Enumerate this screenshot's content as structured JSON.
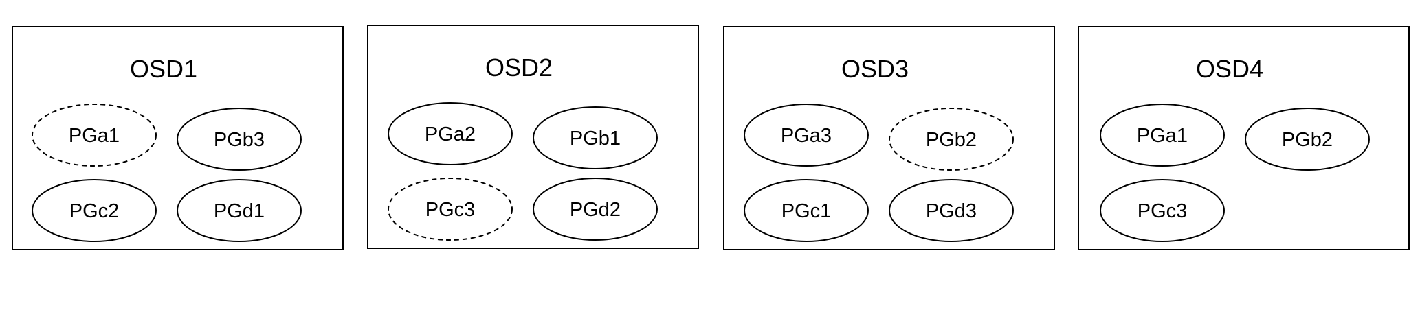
{
  "osds": [
    {
      "title": "OSD1",
      "pgs": [
        {
          "label": "PGa1",
          "style": "dashed"
        },
        {
          "label": "PGb3",
          "style": "solid"
        },
        {
          "label": "PGc2",
          "style": "solid"
        },
        {
          "label": "PGd1",
          "style": "solid"
        }
      ]
    },
    {
      "title": "OSD2",
      "pgs": [
        {
          "label": "PGa2",
          "style": "solid"
        },
        {
          "label": "PGb1",
          "style": "solid"
        },
        {
          "label": "PGc3",
          "style": "dashed"
        },
        {
          "label": "PGd2",
          "style": "solid"
        }
      ]
    },
    {
      "title": "OSD3",
      "pgs": [
        {
          "label": "PGa3",
          "style": "solid"
        },
        {
          "label": "PGb2",
          "style": "dashed"
        },
        {
          "label": "PGc1",
          "style": "solid"
        },
        {
          "label": "PGd3",
          "style": "solid"
        }
      ]
    },
    {
      "title": "OSD4",
      "pgs": [
        {
          "label": "PGa1",
          "style": "solid"
        },
        {
          "label": "PGb2",
          "style": "solid"
        },
        {
          "label": "PGc3",
          "style": "solid"
        }
      ]
    }
  ]
}
